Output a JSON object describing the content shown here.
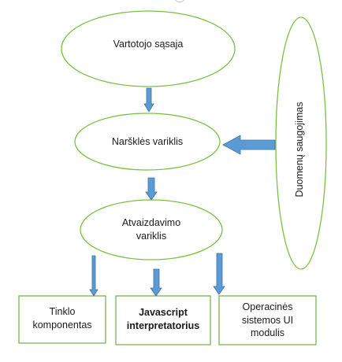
{
  "nodes": {
    "ui": "Vartotojo sąsaja",
    "browser_engine": "Naršklės variklis",
    "render_engine": "Atvaizdavimo variklis",
    "data_storage": "Duomenų saugojimas",
    "networking": "Tinklo komponentas",
    "js_interpreter": "Javascript interpretatorius",
    "os_ui": "Operacinės sistemos UI modulis"
  },
  "colors": {
    "ellipse_stroke": "#7ac142",
    "box_stroke": "#70ad47",
    "arrow_fill": "#5b9bd5",
    "arrow_stroke": "#41719c"
  }
}
